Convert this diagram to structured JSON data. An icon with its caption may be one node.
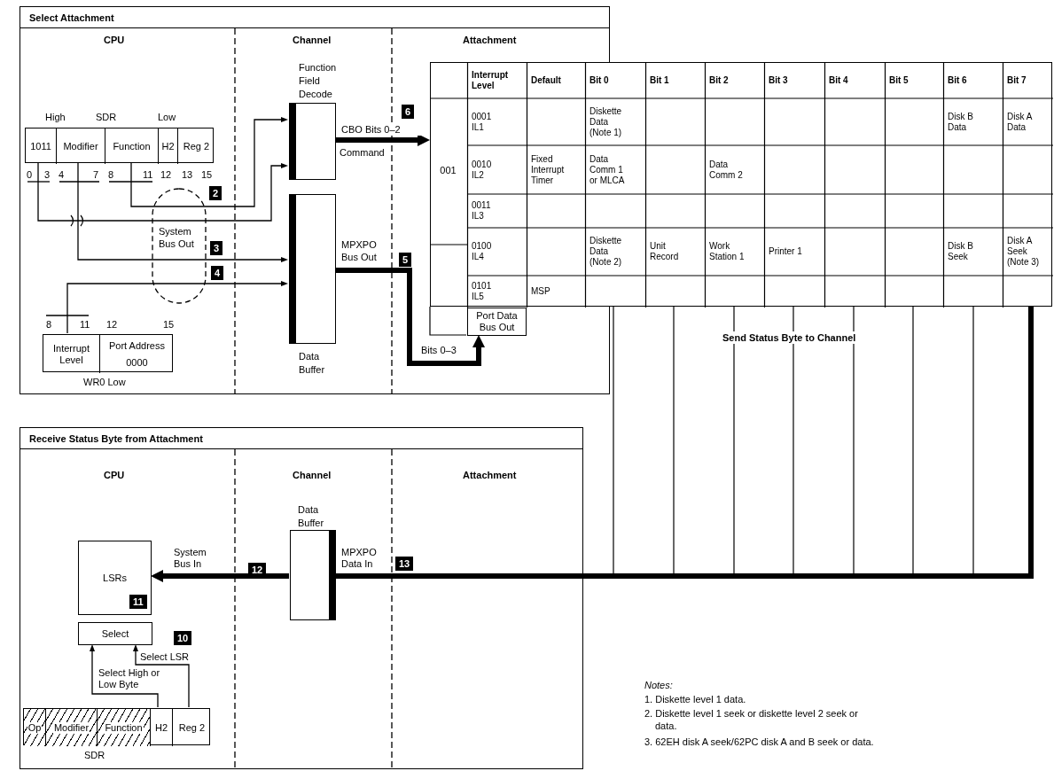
{
  "diagram": {
    "nodes": [
      {
        "text": [
          "Select Attachment"
        ]
      },
      {
        "text": [
          "SDR"
        ],
        "beside": [
          "High",
          "Low"
        ],
        "in": 0
      },
      {
        "text": [
          "1011"
        ],
        "in": 1
      },
      {
        "text": [
          "Modifier"
        ],
        "in": 1
      },
      {
        "text": [
          "Function"
        ],
        "in": 1
      },
      {
        "text": [
          "H2"
        ],
        "in": 1
      },
      {
        "text": [
          "Reg 2"
        ],
        "in": 1
      },
      {
        "text": [
          "Function Field Decode"
        ],
        "in": 0
      },
      {
        "text": [
          "Data Buffer"
        ],
        "in": 0
      },
      {
        "text": [
          "WR0 Low"
        ],
        "in": 0
      },
      {
        "text": [
          "Interrupt Level"
        ],
        "in": 9
      },
      {
        "text": [
          "Port Address",
          "0000"
        ],
        "in": 9
      },
      {
        "text": [],
        "shape": "box"
      },
      {
        "text": [
          "001"
        ]
      },
      {
        "text": [
          "Port Data Bus Out"
        ],
        "in": 0
      },
      {
        "text": [
          "Receive Status Byte from Attachment"
        ]
      },
      {
        "text": [
          "LSRs"
        ],
        "in": 15
      },
      {
        "text": [
          "Select"
        ],
        "in": 15
      },
      {
        "text": [
          "SDR"
        ],
        "in": 15
      },
      {
        "text": [
          "Op"
        ],
        "in": 18
      },
      {
        "text": [
          "Modifier"
        ],
        "in": 18
      },
      {
        "text": [
          "Function"
        ],
        "in": 18
      },
      {
        "text": [
          "H2"
        ],
        "in": 18
      },
      {
        "text": [
          "Reg 2"
        ],
        "in": 18
      },
      {
        "text": [
          "Data Buffer"
        ],
        "in": 15
      }
    ],
    "edges": [
      {
        "from": 2,
        "to": 7,
        "arrow": "to"
      },
      {
        "from": 4,
        "to": 7,
        "arrow": "to"
      },
      {
        "from": 3,
        "to": 8,
        "arrow": "to"
      },
      {
        "from": 10,
        "to": 8,
        "arrow": "to"
      },
      {
        "from": 7,
        "to": 13,
        "arrow": "to",
        "label": "CBO Bits 0–2",
        "style": "thick"
      },
      {
        "from": 8,
        "to": 14,
        "arrow": "to",
        "label": "Bits 0–3",
        "style": "thick"
      },
      {
        "from": 12,
        "to": 24,
        "arrow": "none",
        "label": "MPXPO Data In",
        "style": "thick"
      },
      {
        "from": 24,
        "to": 16,
        "arrow": "to",
        "label": "System Bus In",
        "style": "thick"
      },
      {
        "from": 22,
        "to": 17,
        "arrow": "to",
        "label": "Select High or Low Byte"
      },
      {
        "from": 23,
        "to": 17,
        "arrow": "to",
        "label": "Select LSR"
      }
    ],
    "labels": [
      "CPU",
      "Channel",
      "Attachment",
      "0",
      "3",
      "4",
      "7",
      "8",
      "11",
      "12",
      "13",
      "15",
      "2",
      "System Bus Out",
      "3",
      "4",
      "6",
      "Command",
      "MPXPO Bus Out",
      "5",
      "8",
      "11",
      "12",
      "15",
      "Interrupt Level",
      "Default",
      "Bit 0",
      "Bit 1",
      "Bit 2",
      "Bit 3",
      "Bit 4",
      "Bit 5",
      "Bit 6",
      "Bit 7",
      "0001 IL1",
      "Diskette Data (Note 1)",
      "Disk B Data",
      "Disk A Data",
      "0010 IL2",
      "Fixed Interrupt Timer",
      "Data Comm 1 or MLCA",
      "Data Comm 2",
      "0011 IL3",
      "0100 IL4",
      "Diskette Data (Note 2)",
      "Unit Record",
      "Work Station 1",
      "Printer 1",
      "Disk B Seek",
      "Disk A Seek (Note 3)",
      "0101 IL5",
      "MSP",
      "Send Status Byte to Channel",
      "CPU",
      "Channel",
      "Attachment",
      "11",
      "10",
      "12",
      "13",
      "Notes:",
      "1. Diskette level 1 data.",
      "2. Diskette level 1 seek or diskette level 2 seek or data.",
      "3. 62EH disk A seek/62PC disk A and B seek or data."
    ]
  }
}
